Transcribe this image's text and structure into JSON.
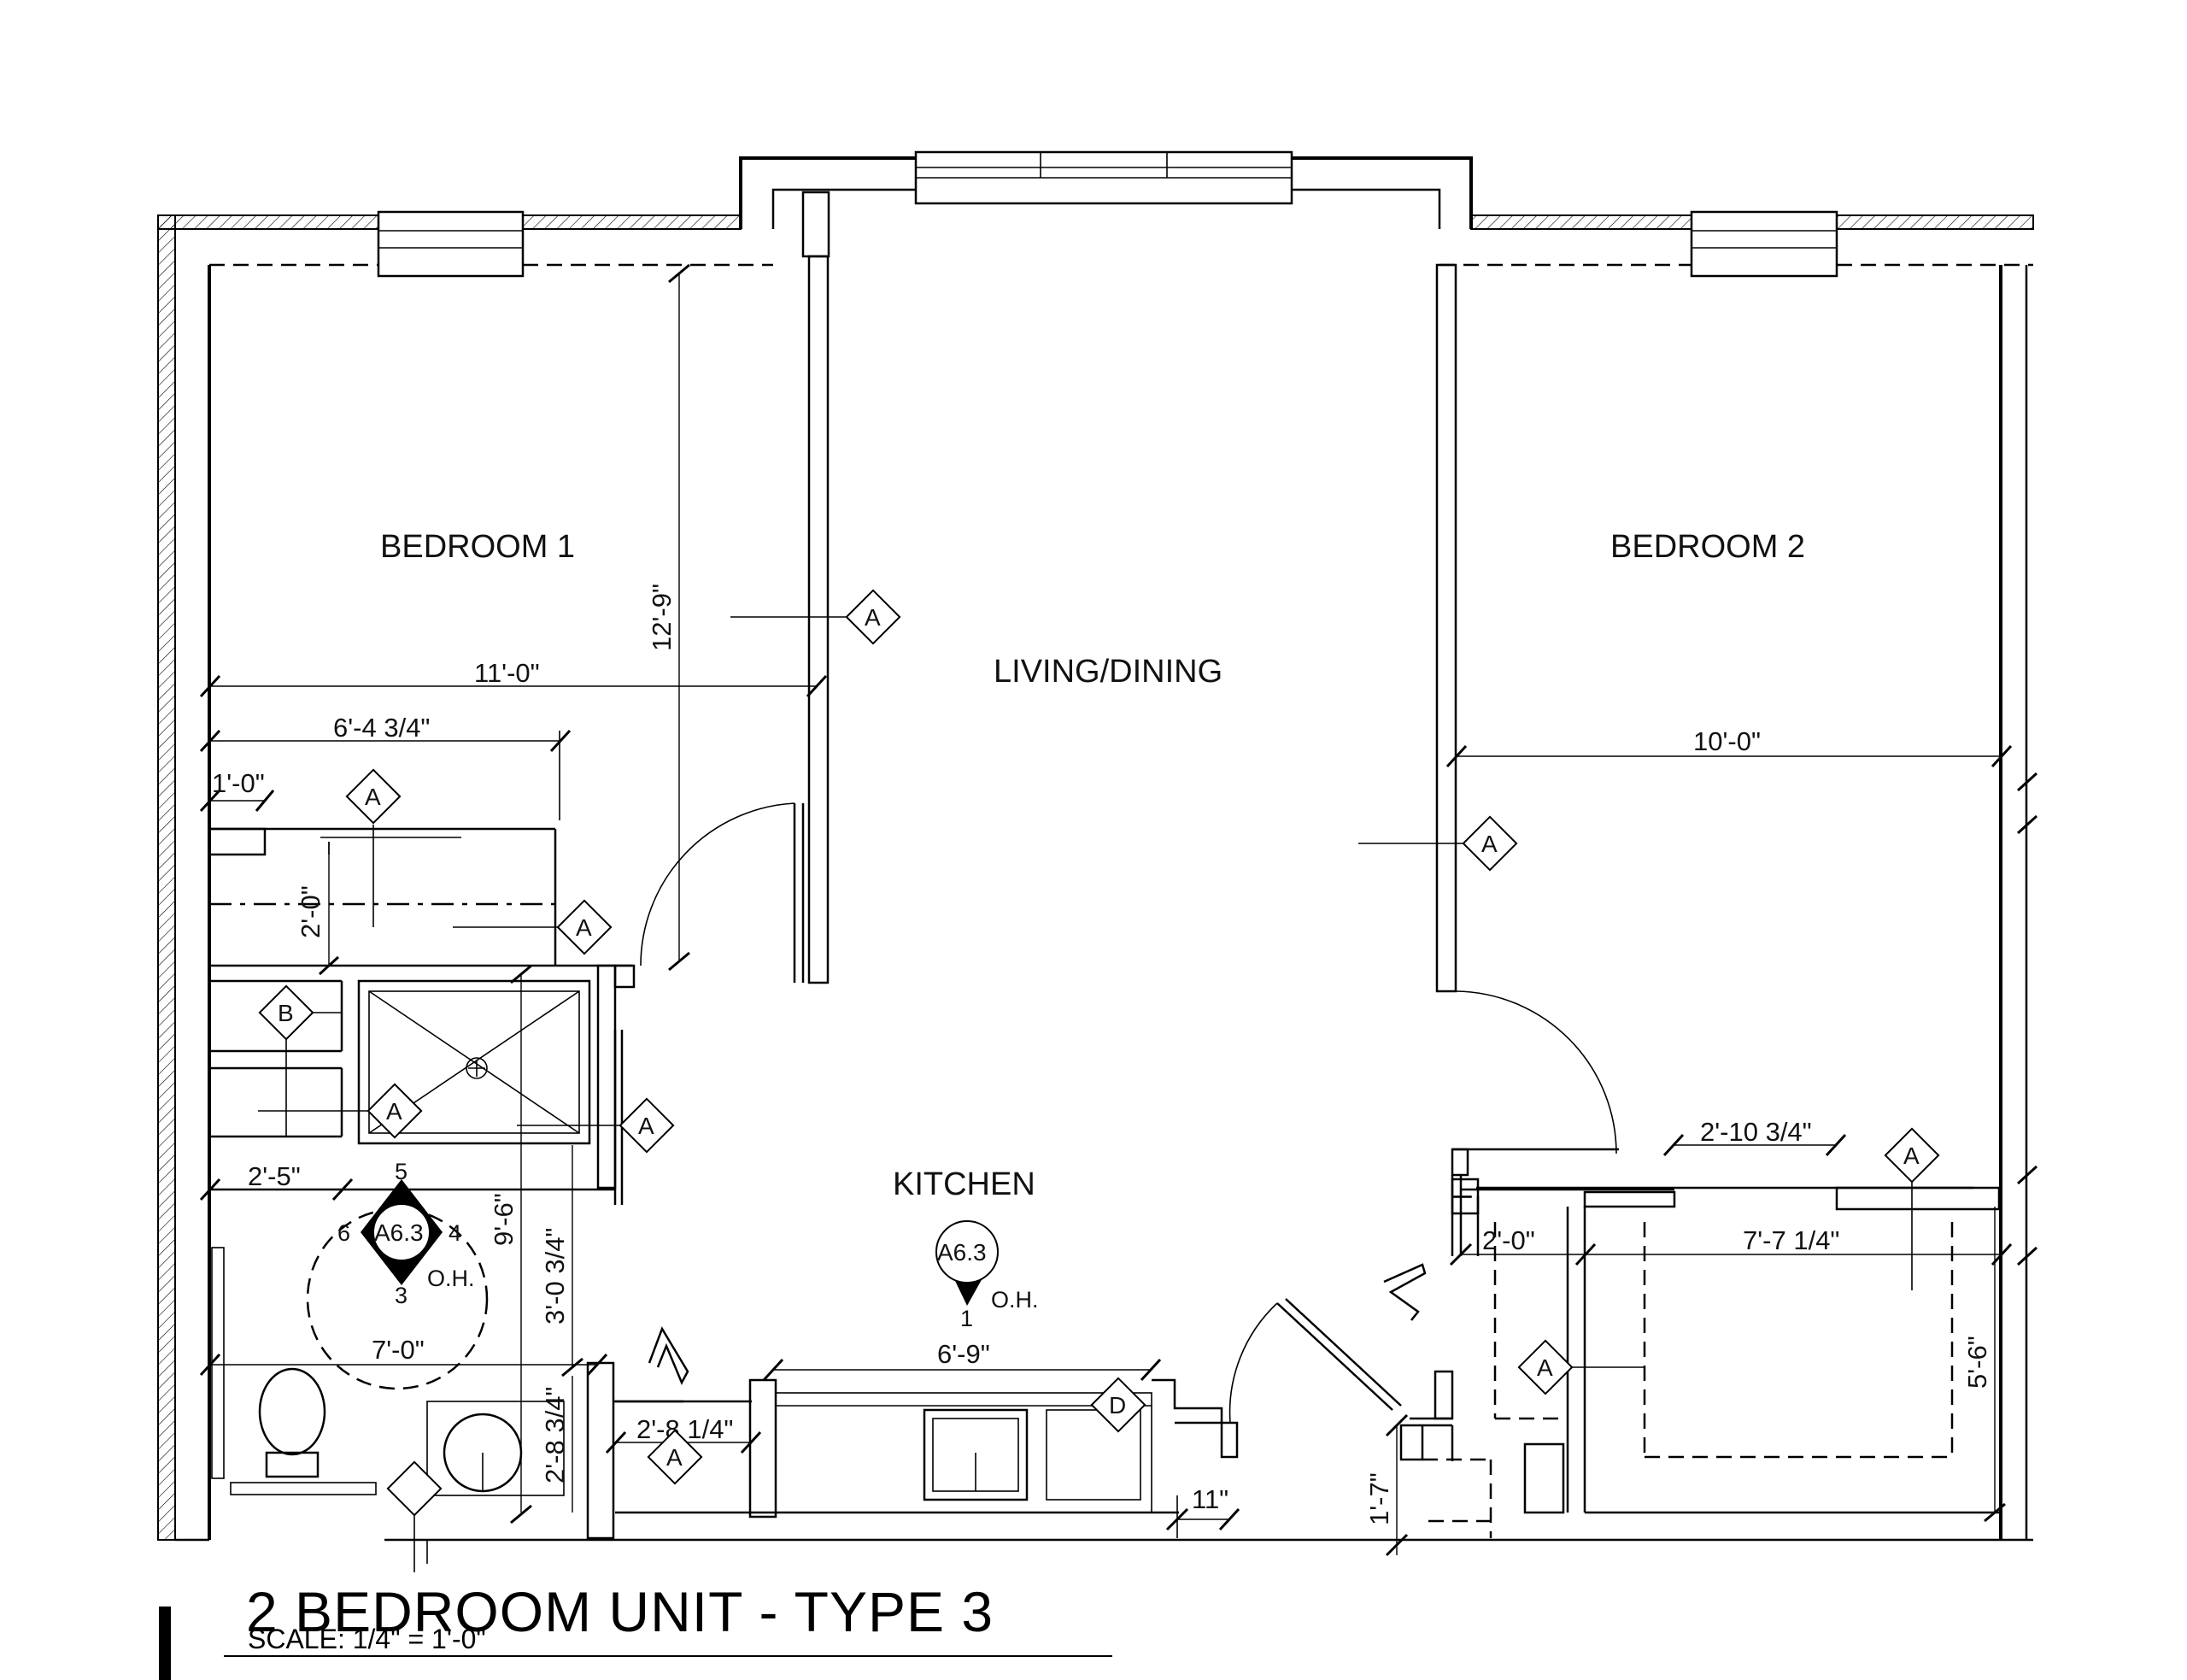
{
  "rooms": {
    "bedroom1": "BEDROOM 1",
    "bedroom2": "BEDROOM 2",
    "living": "LIVING/DINING",
    "kitchen": "KITCHEN"
  },
  "dimensions": {
    "d_12_9": "12'-9\"",
    "d_11_0": "11'-0\"",
    "d_6_4_34": "6'-4 3/4\"",
    "d_1_0": "1'-0\"",
    "d_2_0_a": "2'-0\"",
    "d_2_5": "2'-5\"",
    "d_9_6": "9'-6\"",
    "d_3_0_34": "3'-0 3/4\"",
    "d_7_0": "7'-0\"",
    "d_2_8_34": "2'-8 3/4\"",
    "d_2_8_14": "2'-8 1/4\"",
    "d_6_9": "6'-9\"",
    "d_11": "11\"",
    "d_1_7": "1'-7\"",
    "d_10_0": "10'-0\"",
    "d_2_10_34": "2'-10 3/4\"",
    "d_2_0_b": "2'-0\"",
    "d_7_7_14": "7'-7 1/4\"",
    "d_5_6": "5'-6\""
  },
  "tags": {
    "a": "A",
    "b": "B",
    "d": "D",
    "ref": "A6.3",
    "n1": "1",
    "n3": "3",
    "n4": "4",
    "n5": "5",
    "n6": "6",
    "oh": "O.H."
  },
  "title": {
    "main": "2 BEDROOM UNIT - TYPE 3",
    "scale": "SCALE: 1/4\"   =   1'-0\""
  }
}
